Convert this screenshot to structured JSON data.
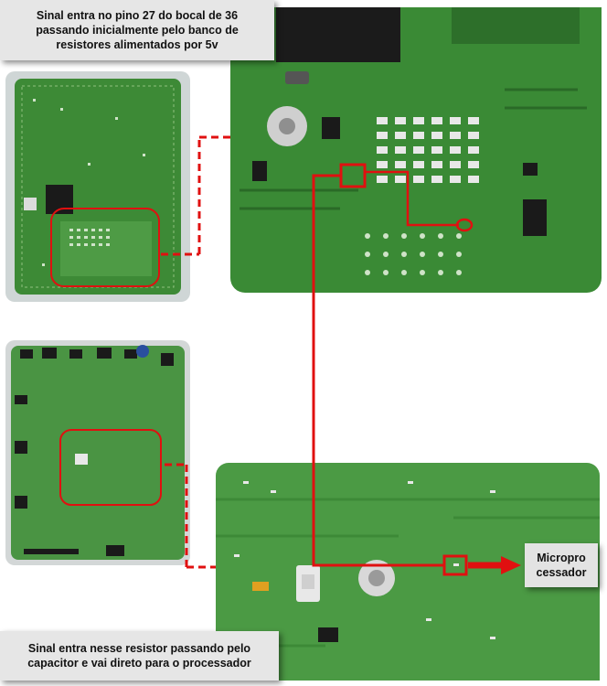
{
  "captions": {
    "top": {
      "line1": "Sinal entra no pino 27 do bocal de 36",
      "line2": "passando inicialmente pelo banco de",
      "line3": "resistores alimentados por 5v"
    },
    "bottom": {
      "line1": "Sinal entra nesse resistor passando pelo",
      "line2": "capacitor e vai direto para o processador"
    }
  },
  "label": {
    "line1": "Micropro",
    "line2": "cessador"
  },
  "colors": {
    "pcb_green": "#3f8f3a",
    "pcb_dark": "#2f6f2c",
    "highlight_red": "#e01010",
    "caption_bg": "#e6e6e6"
  }
}
